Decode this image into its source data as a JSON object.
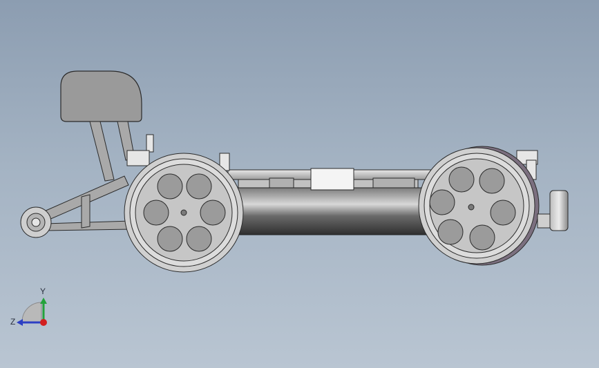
{
  "viewport": {
    "background_top": "#8c9db1",
    "background_bottom": "#b9c5d2"
  },
  "model": {
    "parts": [
      "seat-back",
      "seat-frame",
      "caster-wheel",
      "rear-wheel",
      "front-wheel",
      "chassis-rail",
      "battery-tube",
      "center-block",
      "front-motor"
    ],
    "colors": {
      "body": "#d4d4d4",
      "body_dark": "#8f8f8f",
      "seat": "#9a9a9a",
      "outline": "#2a2a2a",
      "tube": "#4a4a4a"
    }
  },
  "triad": {
    "y_label": "Y",
    "z_label": "Z",
    "y_color": "#23a23b",
    "z_color": "#2c3fc4",
    "origin_color": "#d21f1f"
  }
}
